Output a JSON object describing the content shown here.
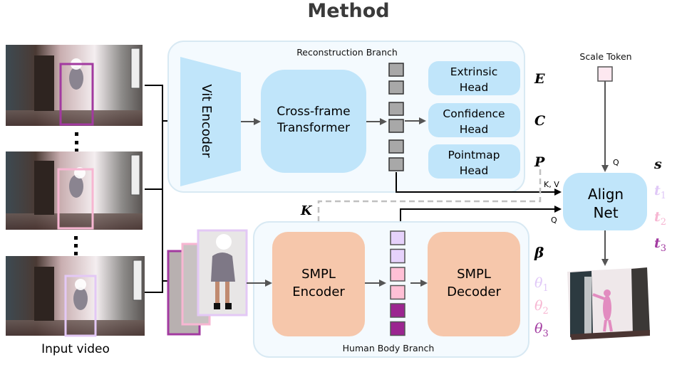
{
  "title": "Method",
  "input": {
    "label": "Input video",
    "frames": [
      {
        "box_color": "#a23aa0"
      },
      {
        "box_color": "#f7b6d2"
      },
      {
        "box_color": "#e3c8f5"
      }
    ]
  },
  "reconstruction_branch": {
    "label": "Reconstruction Branch",
    "vit_encoder": "Vit Encoder",
    "transformer": [
      "Cross-frame",
      "Transformer"
    ],
    "heads": [
      {
        "line1": "Extrinsic",
        "line2": "Head",
        "symbol": "E"
      },
      {
        "line1": "Confidence",
        "line2": "Head",
        "symbol": "C"
      },
      {
        "line1": "Pointmap",
        "line2": "Head",
        "symbol": "P"
      }
    ],
    "token_color": "#a8a8a8"
  },
  "human_branch": {
    "label": "Human Body Branch",
    "encoder": [
      "SMPL",
      "Encoder"
    ],
    "decoder": [
      "SMPL",
      "Decoder"
    ],
    "token_colors": [
      "#e6d2fb",
      "#e6d2fb",
      "#ffc0d6",
      "#ffc0d6",
      "#9b2590",
      "#9b2590"
    ],
    "beta": "β",
    "thetas": [
      {
        "sym": "θ",
        "sub": "1",
        "color": "#e0c8f7"
      },
      {
        "sym": "θ",
        "sub": "2",
        "color": "#f7b6d2"
      },
      {
        "sym": "θ",
        "sub": "3",
        "color": "#a23aa0"
      }
    ]
  },
  "align_net": {
    "label": [
      "Align",
      "Net"
    ],
    "scale_token": "Scale Token",
    "q_label": "Q",
    "kv_label": "K, V",
    "k_label": "K",
    "outputs": [
      {
        "sym": "s",
        "sub": "",
        "color": "#111111"
      },
      {
        "sym": "t",
        "sub": "1",
        "color": "#e0c8f7"
      },
      {
        "sym": "t",
        "sub": "2",
        "color": "#f7b6d2"
      },
      {
        "sym": "t",
        "sub": "3",
        "color": "#a23aa0"
      }
    ]
  },
  "colors": {
    "blue_block": "#c0e5fa",
    "orange_block": "#f6c7ab",
    "panel_fill": "#f4fafe",
    "panel_stroke": "#d8e9f3",
    "arrow": "#555555",
    "dashed": "#c0c0c0"
  }
}
